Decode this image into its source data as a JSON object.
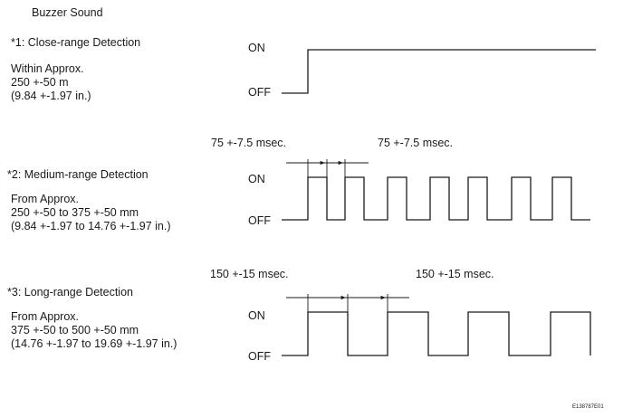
{
  "title": "Buzzer Sound",
  "levels": {
    "on": "ON",
    "off": "OFF"
  },
  "modes": [
    {
      "heading": "*1: Close-range Detection",
      "desc": [
        "Within Approx.",
        "250 +-50 m",
        "(9.84 +-1.97 in.)"
      ]
    },
    {
      "heading": "*2: Medium-range Detection",
      "desc": [
        "From Approx.",
        "250 +-50 to 375 +-50 mm",
        "(9.84 +-1.97 to 14.76 +-1.97 in.)"
      ],
      "timing": [
        "75 +-7.5 msec.",
        "75 +-7.5 msec."
      ]
    },
    {
      "heading": "*3: Long-range Detection",
      "desc": [
        "From Approx.",
        "375 +-50 to 500 +-50 mm",
        "(14.76 +-1.97 to 19.69 +-1.97 in.)"
      ],
      "timing": [
        "150 +-15 msec.",
        "150 +-15 msec."
      ]
    }
  ],
  "figure_code": "E138787E01"
}
